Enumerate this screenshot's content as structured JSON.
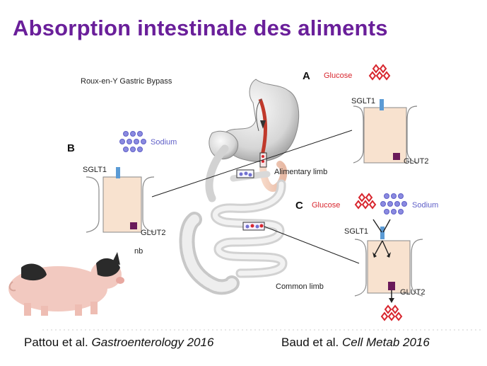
{
  "slide": {
    "title": "Absorption intestinale des aliments"
  },
  "figure": {
    "procedure_label": "Roux-en-Y Gastric Bypass",
    "alimentary_limb": "Alimentary limb",
    "common_limb": "Common limb",
    "panel_a": {
      "letter": "A",
      "nutrient": "Glucose",
      "apical": "SGLT1",
      "basal": "GLUT2"
    },
    "panel_b": {
      "letter": "B",
      "nutrient": "Sodium",
      "apical": "SGLT1",
      "basal": "GLUT2",
      "note": "nb"
    },
    "panel_c": {
      "letter": "C",
      "nutrient_1": "Glucose",
      "nutrient_2": "Sodium",
      "apical": "SGLT1",
      "basal": "GLUT2"
    }
  },
  "references": {
    "left": {
      "authors": "Pattou et al.",
      "journal": "Gastroenterology 2016"
    },
    "right": {
      "authors": "Baud et al.",
      "journal": "Cell Metab 2016"
    }
  },
  "colors": {
    "title": "#6a1f9a",
    "glucose": "#d8262e",
    "sodium": "#6060c8",
    "cell_fill": "#f8e2cf",
    "sglt1": "#5b9bd5",
    "glut2": "#6a1a5a",
    "pig": "#f2c9c0"
  },
  "icons": [
    "pig-photo",
    "stomach-illustration",
    "intestine-illustration"
  ]
}
